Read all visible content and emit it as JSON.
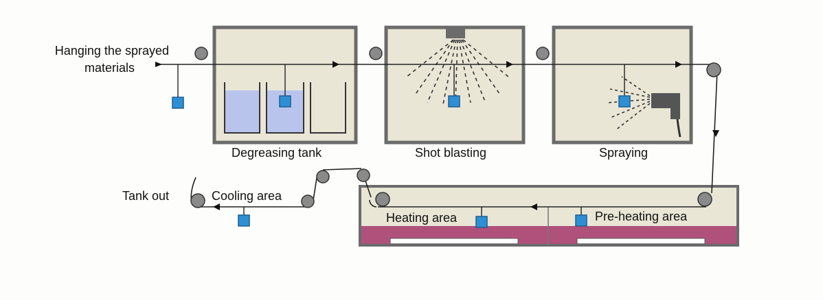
{
  "labels": {
    "hanging_line1": "Hanging the sprayed",
    "hanging_line2": "materials",
    "degreasing": "Degreasing tank",
    "shot_blasting": "Shot blasting",
    "spraying": "Spraying",
    "tank_out": "Tank out",
    "cooling": "Cooling area",
    "heating": "Heating area",
    "preheating": "Pre-heating area"
  },
  "colors": {
    "chamber_fill": "#e9e6d6",
    "chamber_border": "#6b6b6b",
    "liquid": "#b9c4ec",
    "part": "#2f8fd4",
    "part_border": "#1c5f92",
    "roller": "#8a8a8a",
    "heater_band": "#b0517c",
    "line": "#222222"
  }
}
